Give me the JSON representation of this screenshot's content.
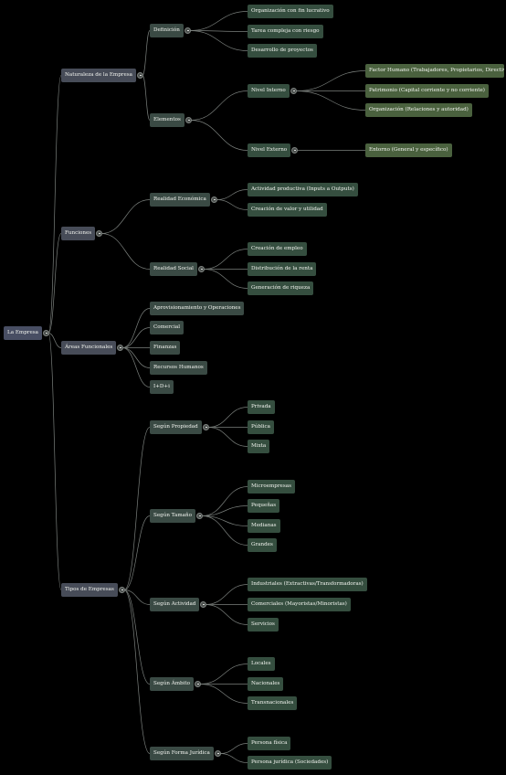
{
  "root": {
    "id": "la-empresa",
    "label": "La Empresa",
    "children": [
      {
        "id": "naturaleza",
        "label": "Naturaleza de la Empresa",
        "children": [
          {
            "id": "definicion",
            "label": "Definición",
            "children": [
              {
                "id": "def-organizacion",
                "label": "Organización con fin lucrativo"
              },
              {
                "id": "def-tarea",
                "label": "Tarea compleja con riesgo"
              },
              {
                "id": "def-desarrollo",
                "label": "Desarrollo de proyectos"
              }
            ]
          },
          {
            "id": "elementos",
            "label": "Elementos",
            "children": [
              {
                "id": "nivel-interno",
                "label": "Nivel Interno",
                "children": [
                  {
                    "id": "factor-humano",
                    "label": "Factor Humano (Trabajadores, Propietarios, Directivos)"
                  },
                  {
                    "id": "patrimonio",
                    "label": "Patrimonio (Capital corriente y no corriente)"
                  },
                  {
                    "id": "organizacion-rel",
                    "label": "Organización (Relaciones y autoridad)"
                  }
                ]
              },
              {
                "id": "nivel-externo",
                "label": "Nivel Externo",
                "children": [
                  {
                    "id": "entorno",
                    "label": "Entorno (General y específico)"
                  }
                ]
              }
            ]
          }
        ]
      },
      {
        "id": "funciones",
        "label": "Funciones",
        "children": [
          {
            "id": "realidad-economica",
            "label": "Realidad Económica",
            "children": [
              {
                "id": "actividad-productiva",
                "label": "Actividad productiva (Inputs a Outputs)"
              },
              {
                "id": "creacion-valor",
                "label": "Creación de valor y utilidad"
              }
            ]
          },
          {
            "id": "realidad-social",
            "label": "Realidad Social",
            "children": [
              {
                "id": "creacion-empleo",
                "label": "Creación de empleo"
              },
              {
                "id": "distribucion-renta",
                "label": "Distribución de la renta"
              },
              {
                "id": "generacion-riqueza",
                "label": "Generación de riqueza"
              }
            ]
          }
        ]
      },
      {
        "id": "areas",
        "label": "Áreas Funcionales",
        "children": [
          {
            "id": "aprovisionamiento",
            "label": "Aprovisionamiento y Operaciones"
          },
          {
            "id": "comercial",
            "label": "Comercial"
          },
          {
            "id": "finanzas",
            "label": "Finanzas"
          },
          {
            "id": "rrhh",
            "label": "Recursos Humanos"
          },
          {
            "id": "idi",
            "label": "I+D+i"
          }
        ]
      },
      {
        "id": "tipos",
        "label": "Tipos de Empresas",
        "children": [
          {
            "id": "segun-propiedad",
            "label": "Según Propiedad",
            "children": [
              {
                "id": "privada",
                "label": "Privada"
              },
              {
                "id": "publica",
                "label": "Pública"
              },
              {
                "id": "mixta",
                "label": "Mixta"
              }
            ]
          },
          {
            "id": "segun-tamano",
            "label": "Según Tamaño",
            "children": [
              {
                "id": "microempresas",
                "label": "Microempresas"
              },
              {
                "id": "pequenas",
                "label": "Pequeñas"
              },
              {
                "id": "medianas",
                "label": "Medianas"
              },
              {
                "id": "grandes",
                "label": "Grandes"
              }
            ]
          },
          {
            "id": "segun-actividad",
            "label": "Según Actividad",
            "children": [
              {
                "id": "industriales",
                "label": "Industriales (Extractivas/Transformadoras)"
              },
              {
                "id": "comerciales",
                "label": "Comerciales (Mayoristas/Minoristas)"
              },
              {
                "id": "servicios",
                "label": "Servicios"
              }
            ]
          },
          {
            "id": "segun-ambito",
            "label": "Según Ámbito",
            "children": [
              {
                "id": "locales",
                "label": "Locales"
              },
              {
                "id": "nacionales",
                "label": "Nacionales"
              },
              {
                "id": "transnacionales",
                "label": "Transnacionales"
              }
            ]
          },
          {
            "id": "segun-forma",
            "label": "Según Forma Jurídica",
            "children": [
              {
                "id": "persona-fisica",
                "label": "Persona física"
              },
              {
                "id": "persona-juridica",
                "label": "Persona jurídica (Sociedades)"
              }
            ]
          }
        ]
      }
    ]
  },
  "colors": {
    "background": "#000000",
    "link": "#7b807d",
    "level0": "#484e63",
    "level1": "#474c58",
    "level2": "#3a4a44",
    "level3": "#354e3f",
    "level4": "#4a613e"
  }
}
